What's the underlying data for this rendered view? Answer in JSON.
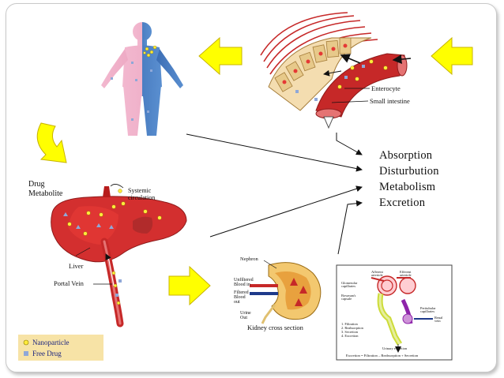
{
  "processes": [
    "Absorption",
    "Disturbution",
    "Metabolism",
    "Excretion"
  ],
  "intestine": {
    "enterocyte_label": "Enterocyte",
    "small_intestine_label": "Small intestine"
  },
  "liver": {
    "drug_label": "Drug",
    "metabolite_label": "Metabolite",
    "systemic_label_1": "Systemic",
    "systemic_label_2": "circulation",
    "liver_label": "Liver",
    "portal_vein_label": "Portal Vein"
  },
  "kidney": {
    "nephron_label": "Nephron",
    "unfiltered_1": "Unfiltered",
    "unfiltered_2": "Blood in",
    "filtered_1": "Filtered",
    "filtered_2": "Blood",
    "filtered_3": "out",
    "urine_1": "Urine",
    "urine_2": "Out",
    "caption": "Kidney cross section"
  },
  "nephron": {
    "afferent_1": "Afferent",
    "afferent_2": "arteriole",
    "efferent_1": "Efferent",
    "efferent_2": "arteriole",
    "glomerular_1": "Glomerular",
    "glomerular_2": "capillaries",
    "bowman_1": "Bowman's",
    "bowman_2": "capsule",
    "peritubular_1": "Peritubular",
    "peritubular_2": "capillaries",
    "renal_1": "Renal",
    "renal_2": "vein",
    "step_1": "1. Filtration",
    "step_2": "2. Reabsorption",
    "step_3": "3. Secretion",
    "step_4": "4. Excretion",
    "urinary": "Urinary excretion",
    "equation": "Excretion = Filtration – Reabsorption + Secretion"
  },
  "legend": {
    "nanoparticle": "Nanoparticle",
    "free_drug": "Free Drug"
  },
  "colors": {
    "yellow_arrow": "#ffff00",
    "blood_red": "#c62828",
    "nanoparticle": "#ffeb3b",
    "free_drug": "#8fa8d8",
    "legend_bg": "#f7e3a6"
  }
}
